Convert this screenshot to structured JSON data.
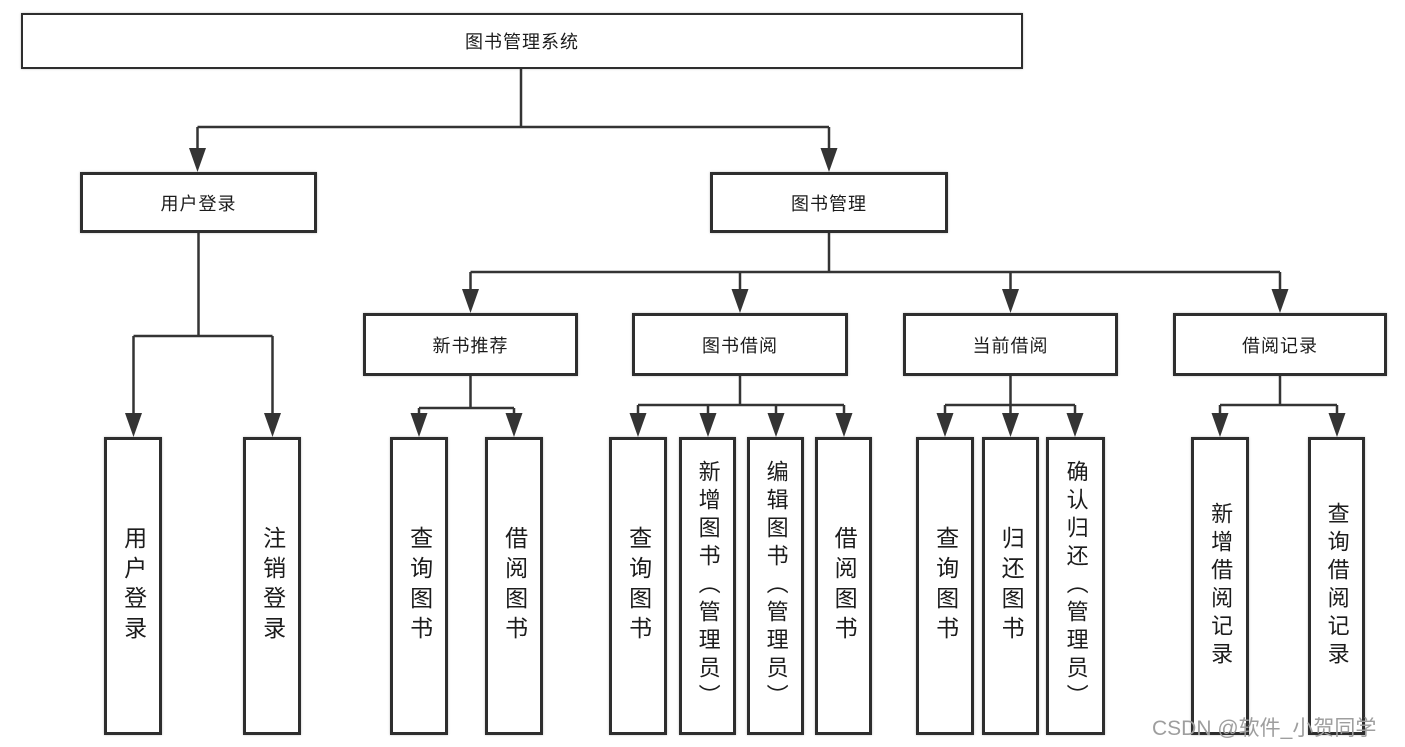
{
  "diagram": {
    "root": "图书管理系统",
    "branches": {
      "user_login": "用户登录",
      "book_management": "图书管理"
    },
    "modules": {
      "new_book_recommend": "新书推荐",
      "book_borrow": "图书借阅",
      "current_borrow": "当前借阅",
      "borrow_records": "借阅记录"
    },
    "leaves": {
      "user_login_leaf": "用户登录",
      "logout": "注销登录",
      "query_book_1": "查询图书",
      "borrow_book_1": "借阅图书",
      "query_book_2": "查询图书",
      "add_book_admin": "新增图书（管理员）",
      "edit_book_admin": "编辑图书（管理员）",
      "borrow_book_2": "借阅图书",
      "query_book_3": "查询图书",
      "return_book": "归还图书",
      "confirm_return_admin": "确认归还（管理员）",
      "add_borrow_record": "新增借阅记录",
      "query_borrow_record": "查询借阅记录"
    }
  },
  "watermark": "CSDN @软件_小贺同学",
  "colors": {
    "line": "#343434",
    "border": "#2e2e2e",
    "text": "#1c1c1c",
    "watermark_gray": "#9e9e9e",
    "background": "#ffffff"
  }
}
